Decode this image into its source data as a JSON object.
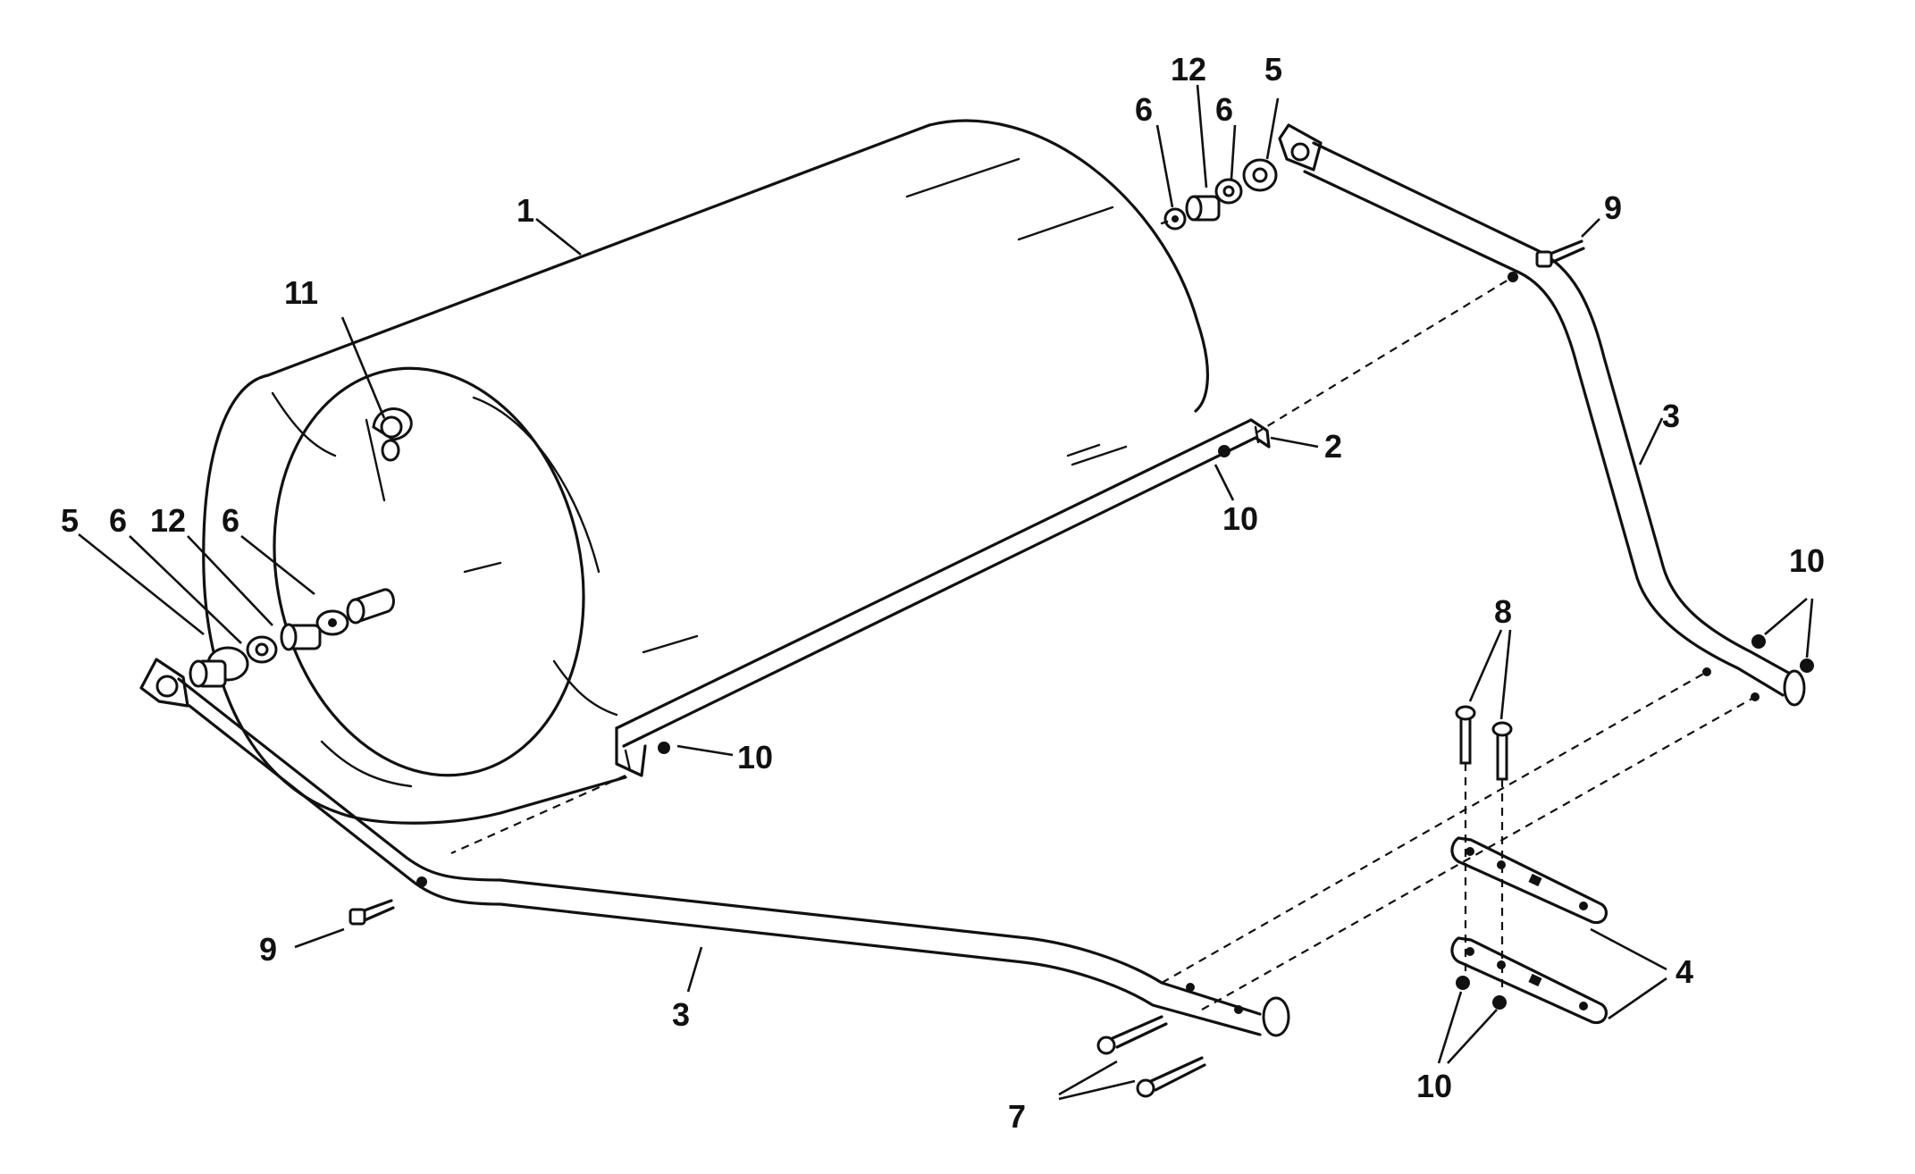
{
  "callouts": {
    "drum": "1",
    "valve": "11",
    "tie_bar": "2",
    "handle_left": "3",
    "handle_right": "3",
    "link_plates": "4",
    "bushing_left": "5",
    "bushing_right": "5",
    "washer_left_a": "6",
    "washer_left_b": "6",
    "washer_right_a": "6",
    "washer_right_b": "6",
    "spacer_left": "12",
    "spacer_right": "12",
    "bolts_7": "7",
    "bolts_8": "8",
    "bolt_left": "9",
    "bolt_right": "9",
    "nut_tie_bar_right": "10",
    "nut_tie_bar_left": "10",
    "nuts_handle_end": "10",
    "nuts_plates": "10"
  }
}
